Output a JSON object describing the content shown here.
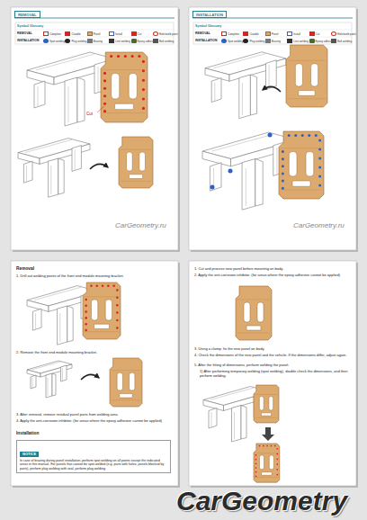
{
  "diagram": {
    "nodes": [
      {
        "text": [
          "REMOVAL"
        ]
      },
      {
        "text": [
          "INSTALLATION"
        ]
      },
      {
        "text": [
          "NOTICE",
          "In case of brazing during panel installation, perform spot welding on all points except the indicated areas in this manual. For panels that cannot be spot-welded (e.g. parts with holes, panels blocked by parts), perform plug welding with seal, perform plug welding."
        ]
      }
    ],
    "labels": [
      "Symbol Glossary",
      "REMOVAL",
      "INSTALLATION",
      "Cut",
      "CarGeometry.ru",
      "Symbol Glossary",
      "REMOVAL",
      "INSTALLATION",
      "CarGeometry.ru",
      "Removal",
      "1. Drill out welding points of the front end module mounting bracket.",
      "2. Remove the front end module mounting bracket.",
      "3. After removal, remove residual panel parts from welding area.",
      "4. Apply the anti-corrosion inhibitor. (for areas where the epoxy adhesive cannot be applied)",
      "Installation",
      "1. Cut and process new panel before mounting on body.",
      "2. Apply the anti-corrosion inhibitor. (for areas where the epoxy adhesive cannot be applied)",
      "3. Using a clamp, fix the new panel on body.",
      "4. Check the dimensions of the new panel and the vehicle. If the dimensions differ, adjust again.",
      "5. After the fitting of dimensions, perform welding the panel.",
      "1) After performing temporary welding (spot welding), double check the dimensions, and then perform welding.",
      "CarGeometry"
    ],
    "legend": [
      {
        "text": "Complete"
      },
      {
        "text": "Cutable"
      },
      {
        "text": "Panel"
      },
      {
        "text": "Install"
      },
      {
        "text": "Cut"
      },
      {
        "text": "Hole/weld point"
      },
      {
        "text": "Spot welding"
      },
      {
        "text": "Plug welding"
      },
      {
        "text": "Brazing"
      },
      {
        "text": "Line welding"
      },
      {
        "text": "Epoxy adhesive"
      },
      {
        "text": "Bolt welding"
      },
      {
        "text": "Complete"
      },
      {
        "text": "Cutable"
      },
      {
        "text": "Panel"
      },
      {
        "text": "Install"
      },
      {
        "text": "Cut"
      },
      {
        "text": "Hole/weld point"
      },
      {
        "text": "Spot welding"
      },
      {
        "text": "Plug welding"
      },
      {
        "text": "Brazing"
      },
      {
        "text": "Line welding"
      },
      {
        "text": "Epoxy adhesive"
      },
      {
        "text": "Bolt welding"
      }
    ]
  }
}
